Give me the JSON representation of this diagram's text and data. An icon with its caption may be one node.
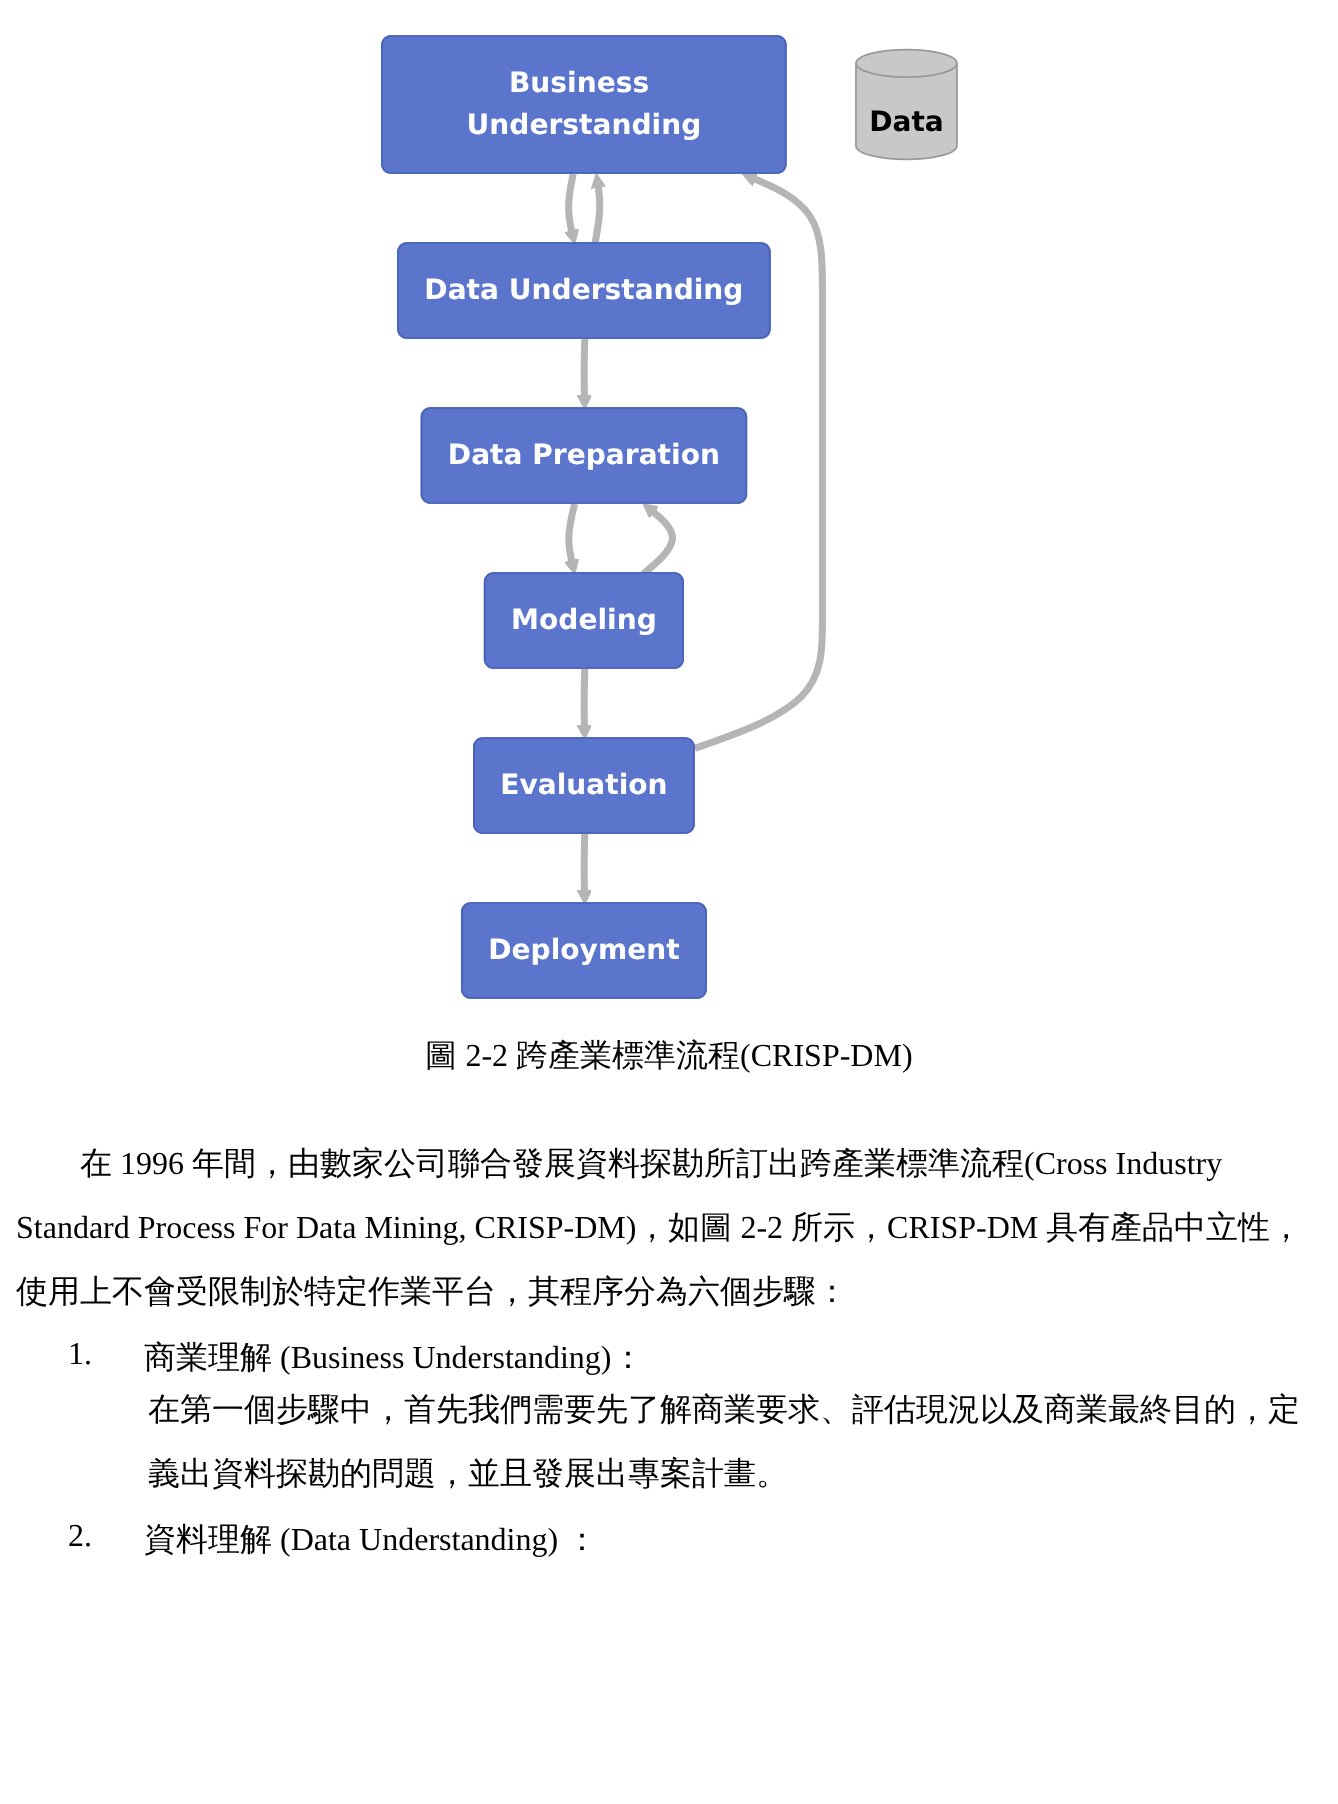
{
  "diagram": {
    "caption": "圖 2-2 跨產業標準流程(CRISP-DM)",
    "nodes": [
      {
        "text": [
          "Business Understanding"
        ]
      },
      {
        "text": [
          "Data Understanding"
        ]
      },
      {
        "text": [
          "Data Preparation"
        ]
      },
      {
        "text": [
          "Deployment"
        ]
      },
      {
        "text": [
          "Data"
        ]
      },
      {
        "text": [
          "Modeling"
        ]
      },
      {
        "text": [
          "Evaluation"
        ]
      }
    ],
    "edges": [
      {
        "from": 0,
        "to": 1,
        "arrow": "to"
      },
      {
        "from": 1,
        "to": 0,
        "arrow": "to"
      },
      {
        "from": 1,
        "to": 2,
        "arrow": "to"
      },
      {
        "from": 2,
        "to": 5,
        "arrow": "to"
      },
      {
        "from": 5,
        "to": 2,
        "arrow": "to"
      },
      {
        "from": 5,
        "to": 6,
        "arrow": "to"
      },
      {
        "from": 6,
        "to": 0,
        "arrow": "to"
      },
      {
        "from": 6,
        "to": 3,
        "arrow": "to"
      }
    ],
    "labels": [
      "在 1996 年間，由數家公司聯合發展資料探勘所訂出跨產業標準流程(Cross Industry Standard Process For Data Mining, CRISP-DM)，如圖 2-2 所示，CRISP-DM 具有產品中立性，使用上不會受限制於特定作業平台，其程序分為六個步驟：",
      "1.",
      "商業理解 (Business Understanding)：",
      "在第一個步驟中，首先我們需要先了解商業要求、評估現況以及商業最終目的，定義出資料探勘的問題，並且發展出專案計畫。",
      "2.",
      "資料理解 (Data Understanding) ："
    ]
  }
}
